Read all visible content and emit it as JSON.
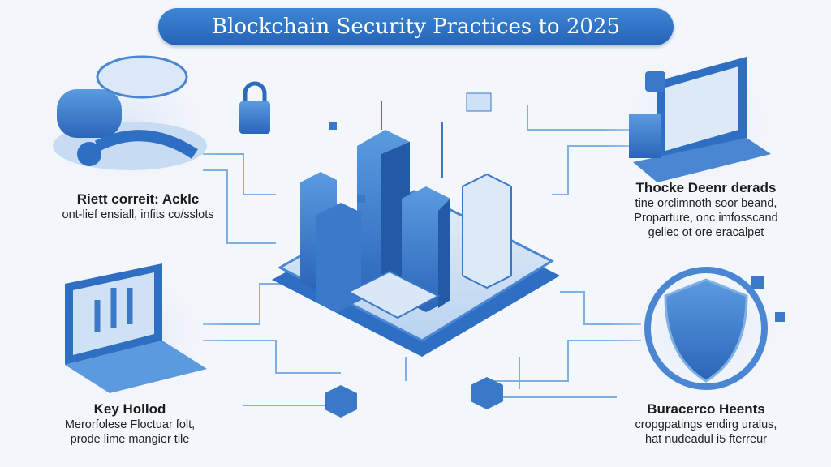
{
  "title": "Blockchain Security Practices to 2025",
  "sections": [
    {
      "heading": "Riett correit: Acklc",
      "lines": [
        "ont-lief ensiall, infits co/sslots"
      ]
    },
    {
      "heading": "Thocke Deenr derads",
      "lines": [
        "tine orclimnoth soor beand,",
        "Proparture, onc imfosscand",
        "gellec ot ore eracalpet"
      ]
    },
    {
      "heading": "Key Hollod",
      "lines": [
        "Merorfolese Floctuar folt,",
        "prode lime mangier tile"
      ]
    },
    {
      "heading": "Buracerco Heents",
      "lines": [
        "cropgpatings endirg uralus,",
        "hat nudeadul i5 fterreur"
      ]
    }
  ],
  "colors": {
    "primary": "#2e6fc4",
    "light": "#8fbbe8",
    "background": "#f3f6fb"
  },
  "icons": [
    "padlock-icon",
    "server-tower-icon",
    "laptop-icon",
    "shield-icon",
    "hardware-key-icon",
    "cube-icon"
  ]
}
